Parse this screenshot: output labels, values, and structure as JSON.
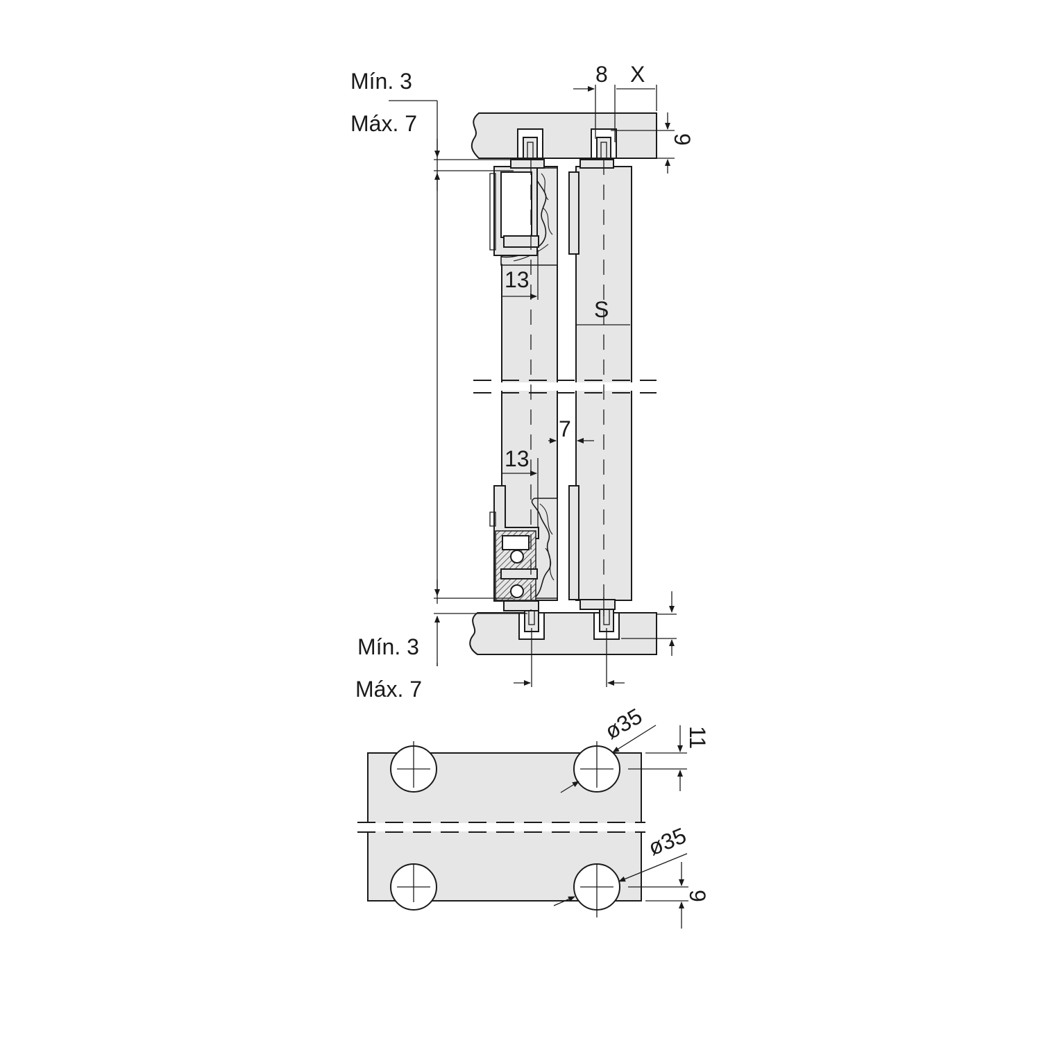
{
  "labels": {
    "top_min": "Mín. 3",
    "top_max": "Máx. 7",
    "bottom_min": "Mín. 3",
    "bottom_max": "Máx. 7",
    "dim_8": "8",
    "dim_x": "X",
    "dim_9_top": "9",
    "dim_13_upper": "13",
    "dim_s": "S",
    "dim_7": "7",
    "dim_13_lower": "13",
    "dia_top": "ø35",
    "dim_11": "11",
    "dia_bottom": "ø35",
    "dim_9_bottom": "9"
  }
}
